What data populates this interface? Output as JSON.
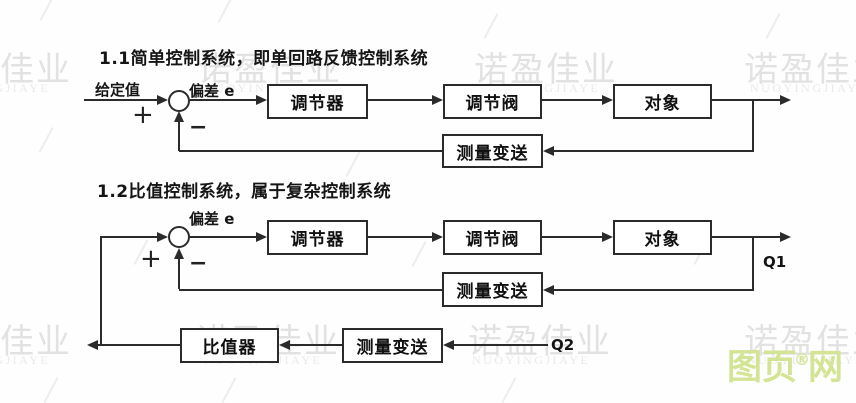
{
  "colors": {
    "line": "#2b2b2b",
    "watermark_cn": "#e2e2e2",
    "watermark_en": "#e9e9e9",
    "logo_green": "#d3e494"
  },
  "diagram1": {
    "title": "1.1简单控制系统，即单回路反馈控制系统",
    "setpoint_label": "给定值",
    "error_label": "偏差 e",
    "plus_sign": "+",
    "minus_sign": "−",
    "blocks": [
      "调节器",
      "调节阀",
      "对象"
    ],
    "feedback_block": "测量变送"
  },
  "diagram2": {
    "title": "1.2比值控制系统，属于复杂控制系统",
    "error_label": "偏差 e",
    "plus_sign": "+",
    "minus_sign": "−",
    "blocks": [
      "调节器",
      "调节阀",
      "对象"
    ],
    "feedback_block": "测量变送",
    "q1_label": "Q1",
    "ratio_row": {
      "ratio_block": "比值器",
      "transmitter_block": "测量变送",
      "q2_label": "Q2"
    }
  },
  "watermark": {
    "cn_text": "诺盈佳业",
    "en_text": "NUOYINGJIAYE"
  },
  "logo": {
    "text_left": "图页",
    "reg_mark": "®",
    "text_right": "网"
  }
}
